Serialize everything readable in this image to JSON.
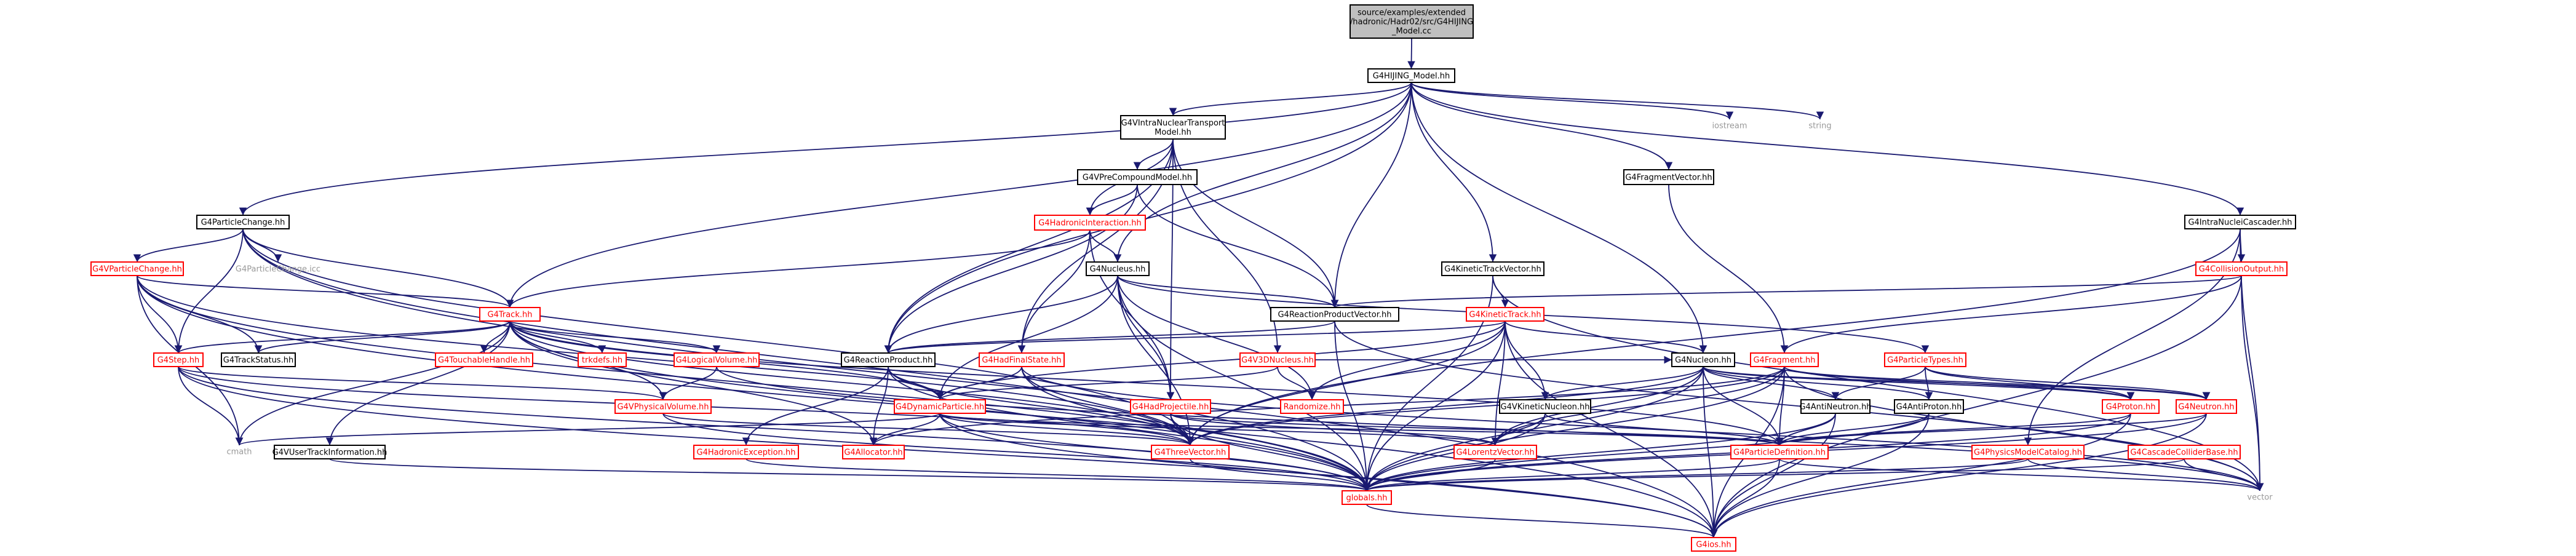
{
  "diagram": {
    "title_lines": [
      "source/examples/extended",
      "/hadronic/Hadr02/src/G4HIJING",
      "_Model.cc"
    ],
    "colors": {
      "edge": "#191970",
      "box_border_doc": "#000000",
      "box_border_undoc": "#ff0000",
      "text_doc": "#000000",
      "text_undoc": "#ff0000",
      "box_fill": "#ffffff",
      "root_fill": "#bfbfbf",
      "plain_text": "#999999"
    },
    "nodes": [
      {
        "id": "root",
        "label": "source/examples/extended /hadronic/Hadr02/src/G4HIJING _Model.cc",
        "kind": "root"
      },
      {
        "id": "hijing",
        "label": "G4HIJING_Model.hh",
        "kind": "doc"
      },
      {
        "id": "intranuc",
        "label": "G4VIntraNuclearTransport Model.hh",
        "kind": "doc"
      },
      {
        "id": "iostream",
        "label": "iostream",
        "kind": "plain"
      },
      {
        "id": "string",
        "label": "string",
        "kind": "plain"
      },
      {
        "id": "fragvec",
        "label": "G4FragmentVector.hh",
        "kind": "doc"
      },
      {
        "id": "vprecomp",
        "label": "G4VPreCompoundModel.hh",
        "kind": "doc"
      },
      {
        "id": "partchange",
        "label": "G4ParticleChange.hh",
        "kind": "doc"
      },
      {
        "id": "hadint",
        "label": "G4HadronicInteraction.hh",
        "kind": "undoc"
      },
      {
        "id": "incasc",
        "label": "G4IntraNucleiCascader.hh",
        "kind": "doc"
      },
      {
        "id": "vpartchange",
        "label": "G4VParticleChange.hh",
        "kind": "undoc"
      },
      {
        "id": "partchangeicc",
        "label": "G4ParticleChange.icc",
        "kind": "plain"
      },
      {
        "id": "nucleus",
        "label": "G4Nucleus.hh",
        "kind": "doc"
      },
      {
        "id": "kintrackvec",
        "label": "G4KineticTrackVector.hh",
        "kind": "doc"
      },
      {
        "id": "collout",
        "label": "G4CollisionOutput.hh",
        "kind": "undoc"
      },
      {
        "id": "track",
        "label": "G4Track.hh",
        "kind": "undoc"
      },
      {
        "id": "reactprodvec",
        "label": "G4ReactionProductVector.hh",
        "kind": "doc"
      },
      {
        "id": "kintrack",
        "label": "G4KineticTrack.hh",
        "kind": "undoc"
      },
      {
        "id": "step",
        "label": "G4Step.hh",
        "kind": "undoc"
      },
      {
        "id": "trackstatus",
        "label": "G4TrackStatus.hh",
        "kind": "doc"
      },
      {
        "id": "touchhandle",
        "label": "G4TouchableHandle.hh",
        "kind": "undoc"
      },
      {
        "id": "trkdefs",
        "label": "trkdefs.hh",
        "kind": "undoc"
      },
      {
        "id": "logvol",
        "label": "G4LogicalVolume.hh",
        "kind": "undoc"
      },
      {
        "id": "reactprod",
        "label": "G4ReactionProduct.hh",
        "kind": "doc"
      },
      {
        "id": "hadfinal",
        "label": "G4HadFinalState.hh",
        "kind": "undoc"
      },
      {
        "id": "v3dnuc",
        "label": "G4V3DNucleus.hh",
        "kind": "undoc"
      },
      {
        "id": "nucleon",
        "label": "G4Nucleon.hh",
        "kind": "doc"
      },
      {
        "id": "fragment",
        "label": "G4Fragment.hh",
        "kind": "undoc"
      },
      {
        "id": "parttypes",
        "label": "G4ParticleTypes.hh",
        "kind": "undoc"
      },
      {
        "id": "vphysvol",
        "label": "G4VPhysicalVolume.hh",
        "kind": "undoc"
      },
      {
        "id": "dynpart",
        "label": "G4DynamicParticle.hh",
        "kind": "undoc"
      },
      {
        "id": "hadproj",
        "label": "G4HadProjectile.hh",
        "kind": "undoc"
      },
      {
        "id": "random",
        "label": "Randomize.hh",
        "kind": "undoc"
      },
      {
        "id": "vkinnuc",
        "label": "G4VKineticNucleon.hh",
        "kind": "doc"
      },
      {
        "id": "antineut",
        "label": "G4AntiNeutron.hh",
        "kind": "doc"
      },
      {
        "id": "antiprot",
        "label": "G4AntiProton.hh",
        "kind": "doc"
      },
      {
        "id": "proton",
        "label": "G4Proton.hh",
        "kind": "undoc"
      },
      {
        "id": "neutron",
        "label": "G4Neutron.hh",
        "kind": "undoc"
      },
      {
        "id": "cmath",
        "label": "cmath",
        "kind": "plain"
      },
      {
        "id": "usertrack",
        "label": "G4VUserTrackInformation.hh",
        "kind": "doc"
      },
      {
        "id": "hadexc",
        "label": "G4HadronicException.hh",
        "kind": "undoc"
      },
      {
        "id": "alloc",
        "label": "G4Allocator.hh",
        "kind": "undoc"
      },
      {
        "id": "threevec",
        "label": "G4ThreeVector.hh",
        "kind": "undoc"
      },
      {
        "id": "lorentz",
        "label": "G4LorentzVector.hh",
        "kind": "undoc"
      },
      {
        "id": "partdef",
        "label": "G4ParticleDefinition.hh",
        "kind": "undoc"
      },
      {
        "id": "physcat",
        "label": "G4PhysicsModelCatalog.hh",
        "kind": "undoc"
      },
      {
        "id": "cascoll",
        "label": "G4CascadeColliderBase.hh",
        "kind": "undoc"
      },
      {
        "id": "globals",
        "label": "globals.hh",
        "kind": "undoc"
      },
      {
        "id": "vector",
        "label": "vector",
        "kind": "plain"
      },
      {
        "id": "g4ios",
        "label": "G4ios.hh",
        "kind": "undoc"
      }
    ],
    "edges": [
      [
        "root",
        "hijing"
      ],
      [
        "hijing",
        "intranuc"
      ],
      [
        "hijing",
        "iostream"
      ],
      [
        "hijing",
        "string"
      ],
      [
        "hijing",
        "fragvec"
      ],
      [
        "hijing",
        "partchange"
      ],
      [
        "hijing",
        "incasc"
      ],
      [
        "hijing",
        "nucleus"
      ],
      [
        "hijing",
        "kintrackvec"
      ],
      [
        "hijing",
        "track"
      ],
      [
        "hijing",
        "reactprodvec"
      ],
      [
        "hijing",
        "reactprod"
      ],
      [
        "hijing",
        "nucleon"
      ],
      [
        "intranuc",
        "vprecomp"
      ],
      [
        "intranuc",
        "hadint"
      ],
      [
        "intranuc",
        "reactprodvec"
      ],
      [
        "intranuc",
        "v3dnuc"
      ],
      [
        "intranuc",
        "hadproj"
      ],
      [
        "intranuc",
        "hadfinal"
      ],
      [
        "intranuc",
        "reactprod"
      ],
      [
        "vprecomp",
        "hadint"
      ],
      [
        "vprecomp",
        "reactprodvec"
      ],
      [
        "vprecomp",
        "reactprod"
      ],
      [
        "hadint",
        "nucleus"
      ],
      [
        "hadint",
        "hadfinal"
      ],
      [
        "hadint",
        "track"
      ],
      [
        "hadint",
        "hadproj"
      ],
      [
        "partchange",
        "vpartchange"
      ],
      [
        "partchange",
        "partchangeicc"
      ],
      [
        "partchange",
        "track"
      ],
      [
        "partchange",
        "step"
      ],
      [
        "partchange",
        "threevec"
      ],
      [
        "partchange",
        "globals"
      ],
      [
        "partchange",
        "g4ios"
      ],
      [
        "vpartchange",
        "track"
      ],
      [
        "vpartchange",
        "step"
      ],
      [
        "vpartchange",
        "trackstatus"
      ],
      [
        "vpartchange",
        "cmath"
      ],
      [
        "vpartchange",
        "globals"
      ],
      [
        "vpartchange",
        "g4ios"
      ],
      [
        "vpartchange",
        "threevec"
      ],
      [
        "fragvec",
        "fragment"
      ],
      [
        "incasc",
        "collout"
      ],
      [
        "incasc",
        "vector"
      ],
      [
        "incasc",
        "threevec"
      ],
      [
        "incasc",
        "physcat"
      ],
      [
        "collout",
        "fragment"
      ],
      [
        "collout",
        "reactprodvec"
      ],
      [
        "collout",
        "vector"
      ],
      [
        "collout",
        "g4ios"
      ],
      [
        "nucleus",
        "reactprod"
      ],
      [
        "nucleus",
        "reactprodvec"
      ],
      [
        "nucleus",
        "dynpart"
      ],
      [
        "nucleus",
        "random"
      ],
      [
        "nucleus",
        "threevec"
      ],
      [
        "nucleus",
        "globals"
      ],
      [
        "nucleus",
        "parttypes"
      ],
      [
        "nucleus",
        "hadproj"
      ],
      [
        "kintrackvec",
        "kintrack"
      ],
      [
        "kintrackvec",
        "vector"
      ],
      [
        "kintrackvec",
        "globals"
      ],
      [
        "track",
        "trackstatus"
      ],
      [
        "track",
        "touchhandle"
      ],
      [
        "track",
        "trkdefs"
      ],
      [
        "track",
        "logvol"
      ],
      [
        "track",
        "step"
      ],
      [
        "track",
        "dynpart"
      ],
      [
        "track",
        "vphysvol"
      ],
      [
        "track",
        "usertrack"
      ],
      [
        "track",
        "threevec"
      ],
      [
        "track",
        "alloc"
      ],
      [
        "track",
        "cmath"
      ],
      [
        "track",
        "globals"
      ],
      [
        "track",
        "partdef"
      ],
      [
        "reactprodvec",
        "reactprod"
      ],
      [
        "reactprodvec",
        "vector"
      ],
      [
        "reactprodvec",
        "globals"
      ],
      [
        "kintrack",
        "nucleon"
      ],
      [
        "kintrack",
        "vkinnuc"
      ],
      [
        "kintrack",
        "random"
      ],
      [
        "kintrack",
        "threevec"
      ],
      [
        "kintrack",
        "lorentz"
      ],
      [
        "kintrack",
        "globals"
      ],
      [
        "kintrack",
        "reactprod"
      ],
      [
        "kintrack",
        "g4ios"
      ],
      [
        "kintrack",
        "dynpart"
      ],
      [
        "step",
        "vphysvol"
      ],
      [
        "step",
        "cmath"
      ],
      [
        "step",
        "globals"
      ],
      [
        "step",
        "threevec"
      ],
      [
        "step",
        "g4ios"
      ],
      [
        "logvol",
        "vphysvol"
      ],
      [
        "logvol",
        "vector"
      ],
      [
        "reactprod",
        "dynpart"
      ],
      [
        "reactprod",
        "hadexc"
      ],
      [
        "reactprod",
        "alloc"
      ],
      [
        "reactprod",
        "globals"
      ],
      [
        "reactprod",
        "threevec"
      ],
      [
        "hadfinal",
        "dynpart"
      ],
      [
        "hadfinal",
        "threevec"
      ],
      [
        "hadfinal",
        "globals"
      ],
      [
        "hadfinal",
        "vector"
      ],
      [
        "v3dnuc",
        "dynpart"
      ],
      [
        "v3dnuc",
        "random"
      ],
      [
        "v3dnuc",
        "nucleon"
      ],
      [
        "nucleon",
        "vkinnuc"
      ],
      [
        "nucleon",
        "threevec"
      ],
      [
        "nucleon",
        "lorentz"
      ],
      [
        "nucleon",
        "partdef"
      ],
      [
        "nucleon",
        "proton"
      ],
      [
        "nucleon",
        "neutron"
      ],
      [
        "nucleon",
        "globals"
      ],
      [
        "nucleon",
        "antineut"
      ],
      [
        "nucleon",
        "antiprot"
      ],
      [
        "nucleon",
        "g4ios"
      ],
      [
        "fragment",
        "threevec"
      ],
      [
        "fragment",
        "lorentz"
      ],
      [
        "fragment",
        "globals"
      ],
      [
        "fragment",
        "vector"
      ],
      [
        "fragment",
        "g4ios"
      ],
      [
        "fragment",
        "partdef"
      ],
      [
        "fragment",
        "proton"
      ],
      [
        "fragment",
        "neutron"
      ],
      [
        "fragment",
        "alloc"
      ],
      [
        "parttypes",
        "proton"
      ],
      [
        "parttypes",
        "neutron"
      ],
      [
        "parttypes",
        "antineut"
      ],
      [
        "parttypes",
        "antiprot"
      ],
      [
        "vphysvol",
        "threevec"
      ],
      [
        "vphysvol",
        "globals"
      ],
      [
        "dynpart",
        "threevec"
      ],
      [
        "dynpart",
        "lorentz"
      ],
      [
        "dynpart",
        "partdef"
      ],
      [
        "dynpart",
        "alloc"
      ],
      [
        "dynpart",
        "cmath"
      ],
      [
        "dynpart",
        "globals"
      ],
      [
        "dynpart",
        "g4ios"
      ],
      [
        "hadproj",
        "threevec"
      ],
      [
        "hadproj",
        "lorentz"
      ],
      [
        "hadproj",
        "partdef"
      ],
      [
        "hadproj",
        "globals"
      ],
      [
        "vkinnuc",
        "lorentz"
      ],
      [
        "vkinnuc",
        "partdef"
      ],
      [
        "vkinnuc",
        "globals"
      ],
      [
        "antineut",
        "partdef"
      ],
      [
        "antineut",
        "globals"
      ],
      [
        "antineut",
        "g4ios"
      ],
      [
        "antiprot",
        "partdef"
      ],
      [
        "antiprot",
        "globals"
      ],
      [
        "antiprot",
        "g4ios"
      ],
      [
        "proton",
        "partdef"
      ],
      [
        "proton",
        "globals"
      ],
      [
        "proton",
        "g4ios"
      ],
      [
        "neutron",
        "partdef"
      ],
      [
        "neutron",
        "globals"
      ],
      [
        "neutron",
        "g4ios"
      ],
      [
        "usertrack",
        "globals"
      ],
      [
        "hadexc",
        "globals"
      ],
      [
        "threevec",
        "globals"
      ],
      [
        "lorentz",
        "globals"
      ],
      [
        "partdef",
        "globals"
      ],
      [
        "partdef",
        "vector"
      ],
      [
        "partdef",
        "g4ios"
      ],
      [
        "physcat",
        "globals"
      ],
      [
        "physcat",
        "vector"
      ],
      [
        "cascoll",
        "vector"
      ],
      [
        "cascoll",
        "globals"
      ],
      [
        "globals",
        "g4ios"
      ]
    ]
  }
}
